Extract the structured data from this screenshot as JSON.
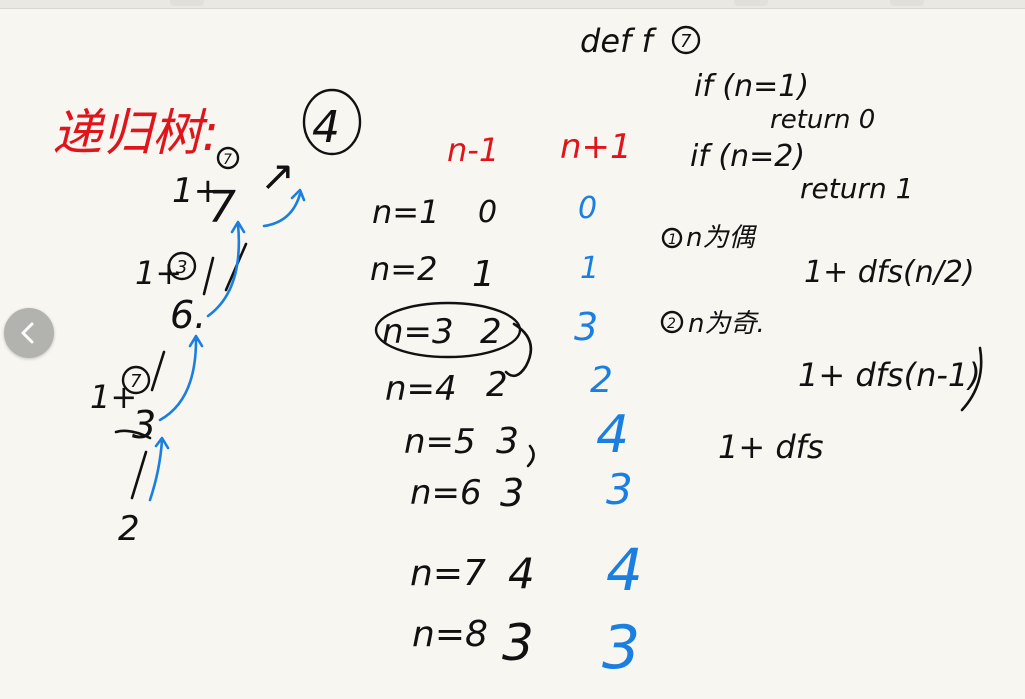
{
  "colors": {
    "paper": "#f7f6f1",
    "ink_black": "#111111",
    "ink_red": "#e0141b",
    "ink_blue": "#1a7fe0",
    "nav_button": "#a9a9a7"
  },
  "icons": {
    "back": "chevron-left-icon"
  },
  "tree": {
    "title": "递归树:",
    "root_value": "4",
    "nodes": [
      {
        "op": "1+",
        "circled": "7",
        "value": "7"
      },
      {
        "op": "1+",
        "circled": "3",
        "value": "6."
      },
      {
        "op": "1+",
        "circled": "7",
        "value": "3"
      },
      {
        "op": "",
        "circled": "",
        "value": "2"
      }
    ],
    "arrow": "↗"
  },
  "table": {
    "header_left": "n-1",
    "header_right": "n+1",
    "rows": [
      {
        "n_label": "n=1",
        "left": "0",
        "right": "0"
      },
      {
        "n_label": "n=2",
        "left": "1",
        "right": "1"
      },
      {
        "n_label": "n=3",
        "left": "2",
        "right": "3"
      },
      {
        "n_label": "n=4",
        "left": "2",
        "right": "2"
      },
      {
        "n_label": "n=5",
        "left": "3",
        "right": "4"
      },
      {
        "n_label": "n=6",
        "left": "3",
        "right": "3"
      },
      {
        "n_label": "n=7",
        "left": "4",
        "right": "4"
      },
      {
        "n_label": "n=8",
        "left": "3",
        "right": "3"
      }
    ]
  },
  "code": {
    "def_line": "def f",
    "def_circled": "7",
    "lines": [
      "if (n=1)",
      "return 0",
      "if (n=2)",
      "return 1",
      "n为偶",
      "1+ dfs(n/2)",
      "n为奇.",
      "1+ dfs(n-1)",
      "1+ dfs"
    ],
    "bullet_1": "1",
    "bullet_2": "2"
  }
}
